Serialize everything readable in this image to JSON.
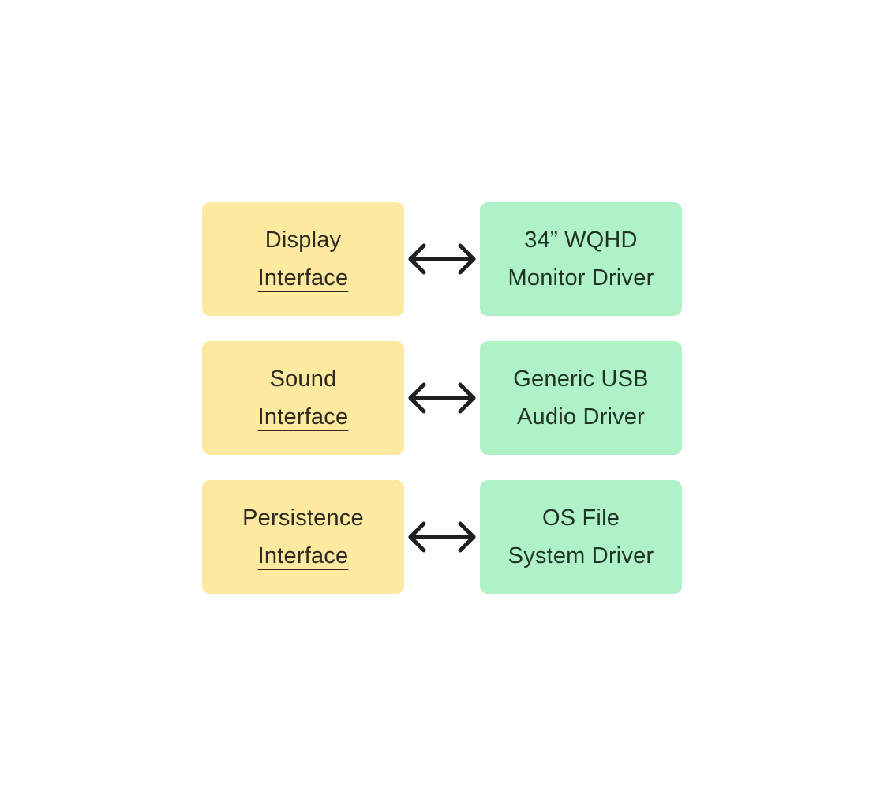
{
  "rows": [
    {
      "interface": {
        "line1": "Display",
        "line2": "Interface"
      },
      "driver": {
        "line1": "34” WQHD",
        "line2": "Monitor Driver"
      }
    },
    {
      "interface": {
        "line1": "Sound",
        "line2": "Interface"
      },
      "driver": {
        "line1": "Generic USB",
        "line2": "Audio Driver"
      }
    },
    {
      "interface": {
        "line1": "Persistence",
        "line2": "Interface"
      },
      "driver": {
        "line1": "OS File",
        "line2": "System Driver"
      }
    }
  ],
  "colors": {
    "interface_fill": "#fde9a0",
    "driver_fill": "#b0f2c8",
    "arrow": "#1f1f1f"
  },
  "icons": {
    "connector": "double-arrow-icon"
  }
}
